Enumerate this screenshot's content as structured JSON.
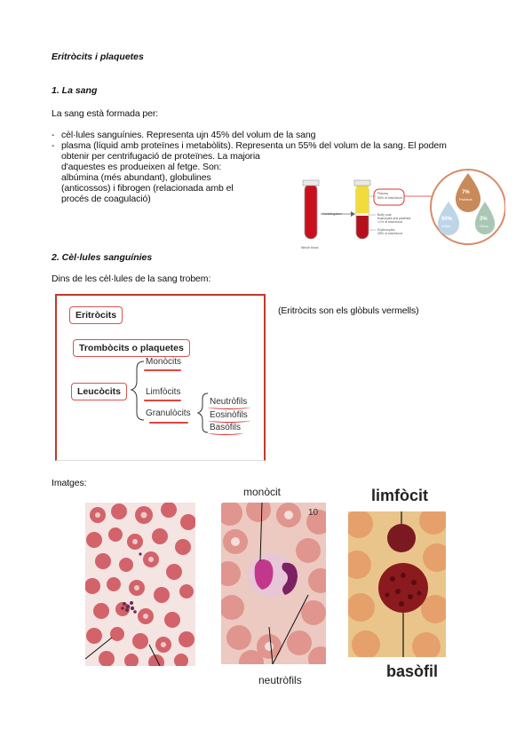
{
  "page_title": "Eritròcits i plaquetes",
  "sec1": {
    "heading": "1.   La sang",
    "intro": "La sang està formada per:",
    "bullet1": "cèl·lules sanguínies. Representa ujn 45% del volum de la sang",
    "bullet2_l1": "plasma (líquid amb proteïnes i metabòlits). Representa un 55% del volum de la sang. El podem",
    "bullet2_l2": "obtenir per centrifugació de proteïnes. La majoria",
    "bullet2_l3": "d'aquestes es produeixen al fetge. Son:",
    "bullet2_l4": "albúmina (més abundant), globulines",
    "bullet2_l5": "(anticossos) i fibrogen (relacionada amb el",
    "bullet2_l6": "procés de coagulació)",
    "bullet_mark": "-",
    "fig": {
      "label_tube": "Centrifugation",
      "label_whole": "Whole blood",
      "label_plasma": "Plasma",
      "label_plasma_pct": "55% of total blood",
      "label_buffy": "Buffy coat",
      "label_buffy_sub": "leukocytes and platelets",
      "label_buffy_pct": "<1% of total blood",
      "label_rbc": "Erythrocytes",
      "label_rbc_pct": "45% of total blood",
      "drop1_pct": "7%",
      "drop1_label": "Proteins",
      "drop2_pct": "90%",
      "drop2_label": "Water",
      "drop3_pct": "3%",
      "drop3_label": "Other"
    }
  },
  "sec2": {
    "heading": "2.   Cèl·lules sanguínies",
    "intro": "Dins de les cèl·lules de la sang trobem:",
    "note": "(Eritròcits son els glòbuls vermells)",
    "diagram": {
      "eritrocits": "Eritròcits",
      "trombocits": "Trombòcits o plaquetes",
      "leucocits": "Leucòcits",
      "monocits": "Monòcits",
      "limfocits": "Limfòcits",
      "granulocits": "Granulòcits",
      "neutrofils": "Neutròfils",
      "eosinofils": "Eosinòfils",
      "basofils": "Basòfils"
    }
  },
  "images": {
    "label": "Imatges:",
    "cap_monocit": "monòcit",
    "cap_neutrofils": "neutròfils",
    "cap_limfocit": "limfòcit",
    "cap_basofil": "basòfil",
    "photo2_number": "10"
  },
  "colors": {
    "accent_red": "#d62a2a",
    "plasma_yellow": "#f2dc3c",
    "blood_red": "#b5101c"
  }
}
